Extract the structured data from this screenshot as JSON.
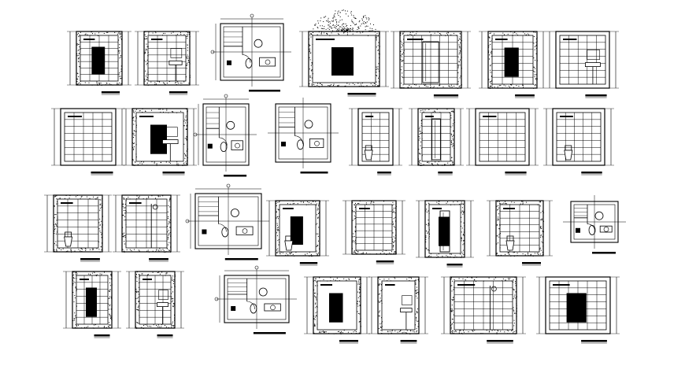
{
  "sheet": {
    "background": "#ffffff",
    "ink": "#000000"
  },
  "drawings": [
    {
      "kind": "elevation",
      "features": [
        "full-tile",
        "dark-panel"
      ]
    },
    {
      "kind": "elevation",
      "features": [
        "tile-grid",
        "washbasin"
      ]
    },
    {
      "kind": "plan",
      "features": [
        "dimensions",
        "fixtures"
      ]
    },
    {
      "kind": "elevation",
      "features": [
        "stone-wall",
        "planting",
        "dark-panel"
      ]
    },
    {
      "kind": "elevation",
      "features": [
        "tile-grid",
        "glass-door"
      ]
    },
    {
      "kind": "elevation",
      "features": [
        "tile-grid",
        "dark-panel"
      ]
    },
    {
      "kind": "elevation",
      "features": [
        "tile-grid",
        "vanity"
      ]
    },
    {
      "kind": "elevation",
      "features": [
        "tile-grid"
      ]
    },
    {
      "kind": "elevation",
      "features": [
        "dark-panel",
        "vanity"
      ]
    },
    {
      "kind": "plan",
      "features": [
        "dimensions",
        "fixtures"
      ]
    },
    {
      "kind": "plan",
      "features": [
        "fixtures"
      ]
    },
    {
      "kind": "elevation",
      "features": [
        "tile-grid",
        "wc"
      ]
    },
    {
      "kind": "elevation",
      "features": [
        "tile-grid",
        "glass-door"
      ]
    },
    {
      "kind": "elevation",
      "features": [
        "tile-grid"
      ]
    },
    {
      "kind": "elevation",
      "features": [
        "tile-grid",
        "wc"
      ]
    },
    {
      "kind": "elevation",
      "features": [
        "tile-grid",
        "wc"
      ]
    },
    {
      "kind": "elevation",
      "features": [
        "tile-grid",
        "shower"
      ]
    },
    {
      "kind": "plan",
      "features": [
        "dimensions",
        "fixtures"
      ]
    },
    {
      "kind": "elevation",
      "features": [
        "dark-panel",
        "wc"
      ]
    },
    {
      "kind": "elevation",
      "features": [
        "tile-grid"
      ]
    },
    {
      "kind": "elevation",
      "features": [
        "glass-door",
        "dark-panel"
      ]
    },
    {
      "kind": "elevation",
      "features": [
        "tile-grid",
        "wc"
      ]
    },
    {
      "kind": "plan",
      "features": [
        "fixtures"
      ]
    },
    {
      "kind": "elevation",
      "features": [
        "tile-grid",
        "dark-panel"
      ]
    },
    {
      "kind": "elevation",
      "features": [
        "tile-grid",
        "washbasin"
      ]
    },
    {
      "kind": "plan",
      "features": [
        "dimensions",
        "fixtures"
      ]
    },
    {
      "kind": "elevation",
      "features": [
        "stone-wall",
        "dark-panel"
      ]
    },
    {
      "kind": "elevation",
      "features": [
        "stone-wall",
        "vanity"
      ]
    },
    {
      "kind": "elevation",
      "features": [
        "tile-grid",
        "shower"
      ]
    },
    {
      "kind": "elevation",
      "features": [
        "tile-grid",
        "dark-panel"
      ]
    }
  ]
}
